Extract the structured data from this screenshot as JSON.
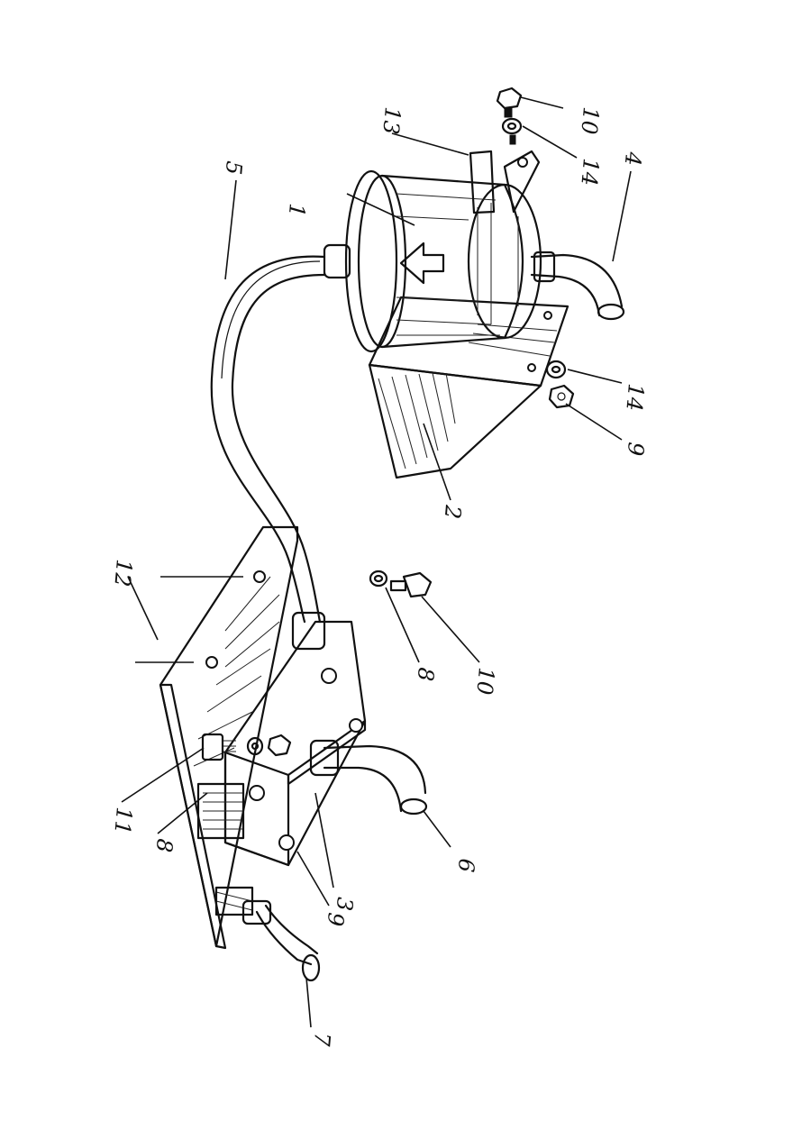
{
  "callouts": [
    {
      "id": "c1",
      "text": "1"
    },
    {
      "id": "c2",
      "text": "2"
    },
    {
      "id": "c3",
      "text": "3"
    },
    {
      "id": "c4",
      "text": "4"
    },
    {
      "id": "c5",
      "text": "5"
    },
    {
      "id": "c6",
      "text": "6"
    },
    {
      "id": "c7",
      "text": "7"
    },
    {
      "id": "c8a",
      "text": "8"
    },
    {
      "id": "c8b",
      "text": "8"
    },
    {
      "id": "c9a",
      "text": "9"
    },
    {
      "id": "c9b",
      "text": "9"
    },
    {
      "id": "c10a",
      "text": "10"
    },
    {
      "id": "c10b",
      "text": "10"
    },
    {
      "id": "c11",
      "text": "11"
    },
    {
      "id": "c12",
      "text": "12"
    },
    {
      "id": "c13",
      "text": "13"
    },
    {
      "id": "c14a",
      "text": "14"
    },
    {
      "id": "c14b",
      "text": "14"
    }
  ]
}
